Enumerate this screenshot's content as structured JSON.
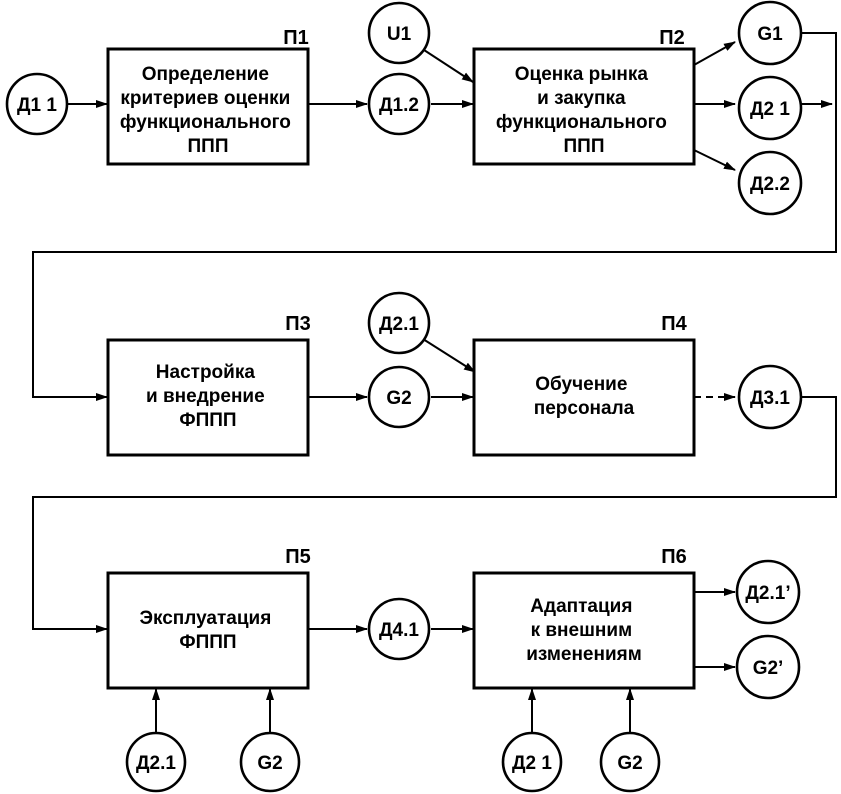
{
  "processes": [
    {
      "id": "П1",
      "lines": [
        "Определение",
        "критериев оценки",
        "функционального",
        "ППП"
      ]
    },
    {
      "id": "П2",
      "lines": [
        "Оценка рынка",
        "и закупка",
        "функционального",
        "ППП"
      ]
    },
    {
      "id": "П3",
      "lines": [
        "Настройка",
        "и внедрение",
        "ФППП"
      ]
    },
    {
      "id": "П4",
      "lines": [
        "Обучение",
        "персонала"
      ]
    },
    {
      "id": "П5",
      "lines": [
        "Эксплуатация",
        "ФППП"
      ]
    },
    {
      "id": "П6",
      "lines": [
        "Адаптация",
        "к внешним",
        "изменениям"
      ]
    }
  ],
  "nodes": {
    "d11_in": "Д1 1",
    "d12": "Д1.2",
    "u1": "U1",
    "g1": "G1",
    "d21_out": "Д2 1",
    "d22": "Д2.2",
    "g2_mid": "G2",
    "d21_p4": "Д2.1",
    "d31": "Д3.1",
    "d41": "Д4.1",
    "d21p": "Д2.1’",
    "g2p": "G2’",
    "d21_p5": "Д2.1",
    "g2_p5": "G2",
    "d21_p6": "Д2 1",
    "g2_p6": "G2"
  }
}
